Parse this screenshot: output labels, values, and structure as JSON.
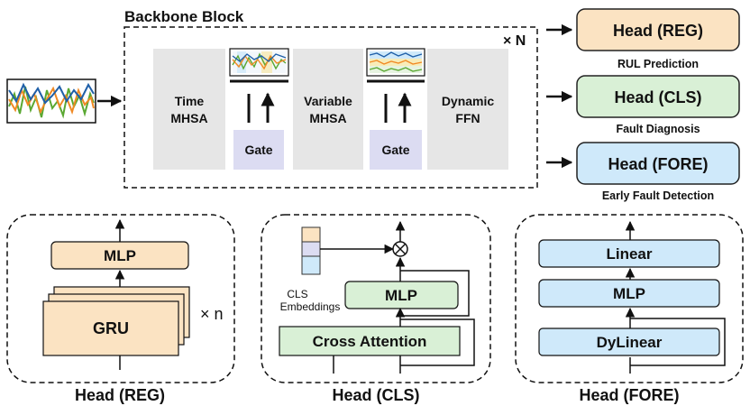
{
  "backbone": {
    "title": "Backbone Block",
    "repeat": "× N",
    "time_mhsa": [
      "Time",
      "MHSA"
    ],
    "variable_mhsa": [
      "Variable",
      "MHSA"
    ],
    "dynamic_ffn": [
      "Dynamic",
      "FFN"
    ],
    "gate_label": "Gate"
  },
  "outputs": [
    {
      "head": "Head (REG)",
      "task": "RUL Prediction",
      "fill": "#fbe3c2",
      "stroke": "#222"
    },
    {
      "head": "Head (CLS)",
      "task": "Fault Diagnosis",
      "fill": "#d9f0d6",
      "stroke": "#222"
    },
    {
      "head": "Head (FORE)",
      "task": "Early Fault Detection",
      "fill": "#cfe9fa",
      "stroke": "#222"
    }
  ],
  "reg_head": {
    "mlp": "MLP",
    "gru": "GRU",
    "repeat": "× n",
    "caption": "Head (REG)"
  },
  "cls_head": {
    "emb_label": [
      "CLS",
      "Embeddings"
    ],
    "mlp": "MLP",
    "cross_attention": "Cross Attention",
    "caption": "Head (CLS)"
  },
  "fore_head": {
    "linear": "Linear",
    "mlp": "MLP",
    "dylinear": "DyLinear",
    "caption": "Head (FORE)"
  },
  "colors": {
    "orange": "#fbe3c2",
    "green": "#d9f0d6",
    "blue": "#cfe9fa",
    "gray_panel": "#e6e6e6",
    "gate": "#dcdcf2",
    "signal_blue": "#1f5fa8",
    "signal_orange": "#f08a24",
    "signal_green": "#5aa832"
  }
}
